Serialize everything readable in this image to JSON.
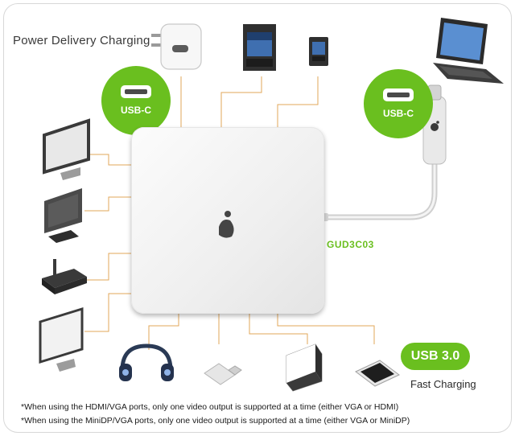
{
  "title": "Power Delivery Charging",
  "model_label": "GUD3C03",
  "usb_c_left_label": "USB-C",
  "usb_c_right_label": "USB-C",
  "usb3_badge": "USB 3.0",
  "fast_charging": "Fast Charging",
  "footnotes": [
    "*When using the HDMI/VGA ports, only one video output is supported at a time (either VGA or HDMI)",
    "*When using the MiniDP/VGA ports, only one video output is supported at a time (either VGA or MiniDP)"
  ],
  "colors": {
    "accent_green": "#6abf1f",
    "connector_line": "#e2a75a",
    "device_gray": "#3c3c3c"
  },
  "icons": [
    "power-adapter-icon",
    "sd-card-icon",
    "micro-sd-card-icon",
    "laptop-icon",
    "monitor-icon",
    "monitor-icon",
    "router-icon",
    "monitor-icon",
    "headphones-icon",
    "usb-stick-icon",
    "external-drive-icon",
    "smartphone-icon",
    "brand-logo-icon"
  ]
}
